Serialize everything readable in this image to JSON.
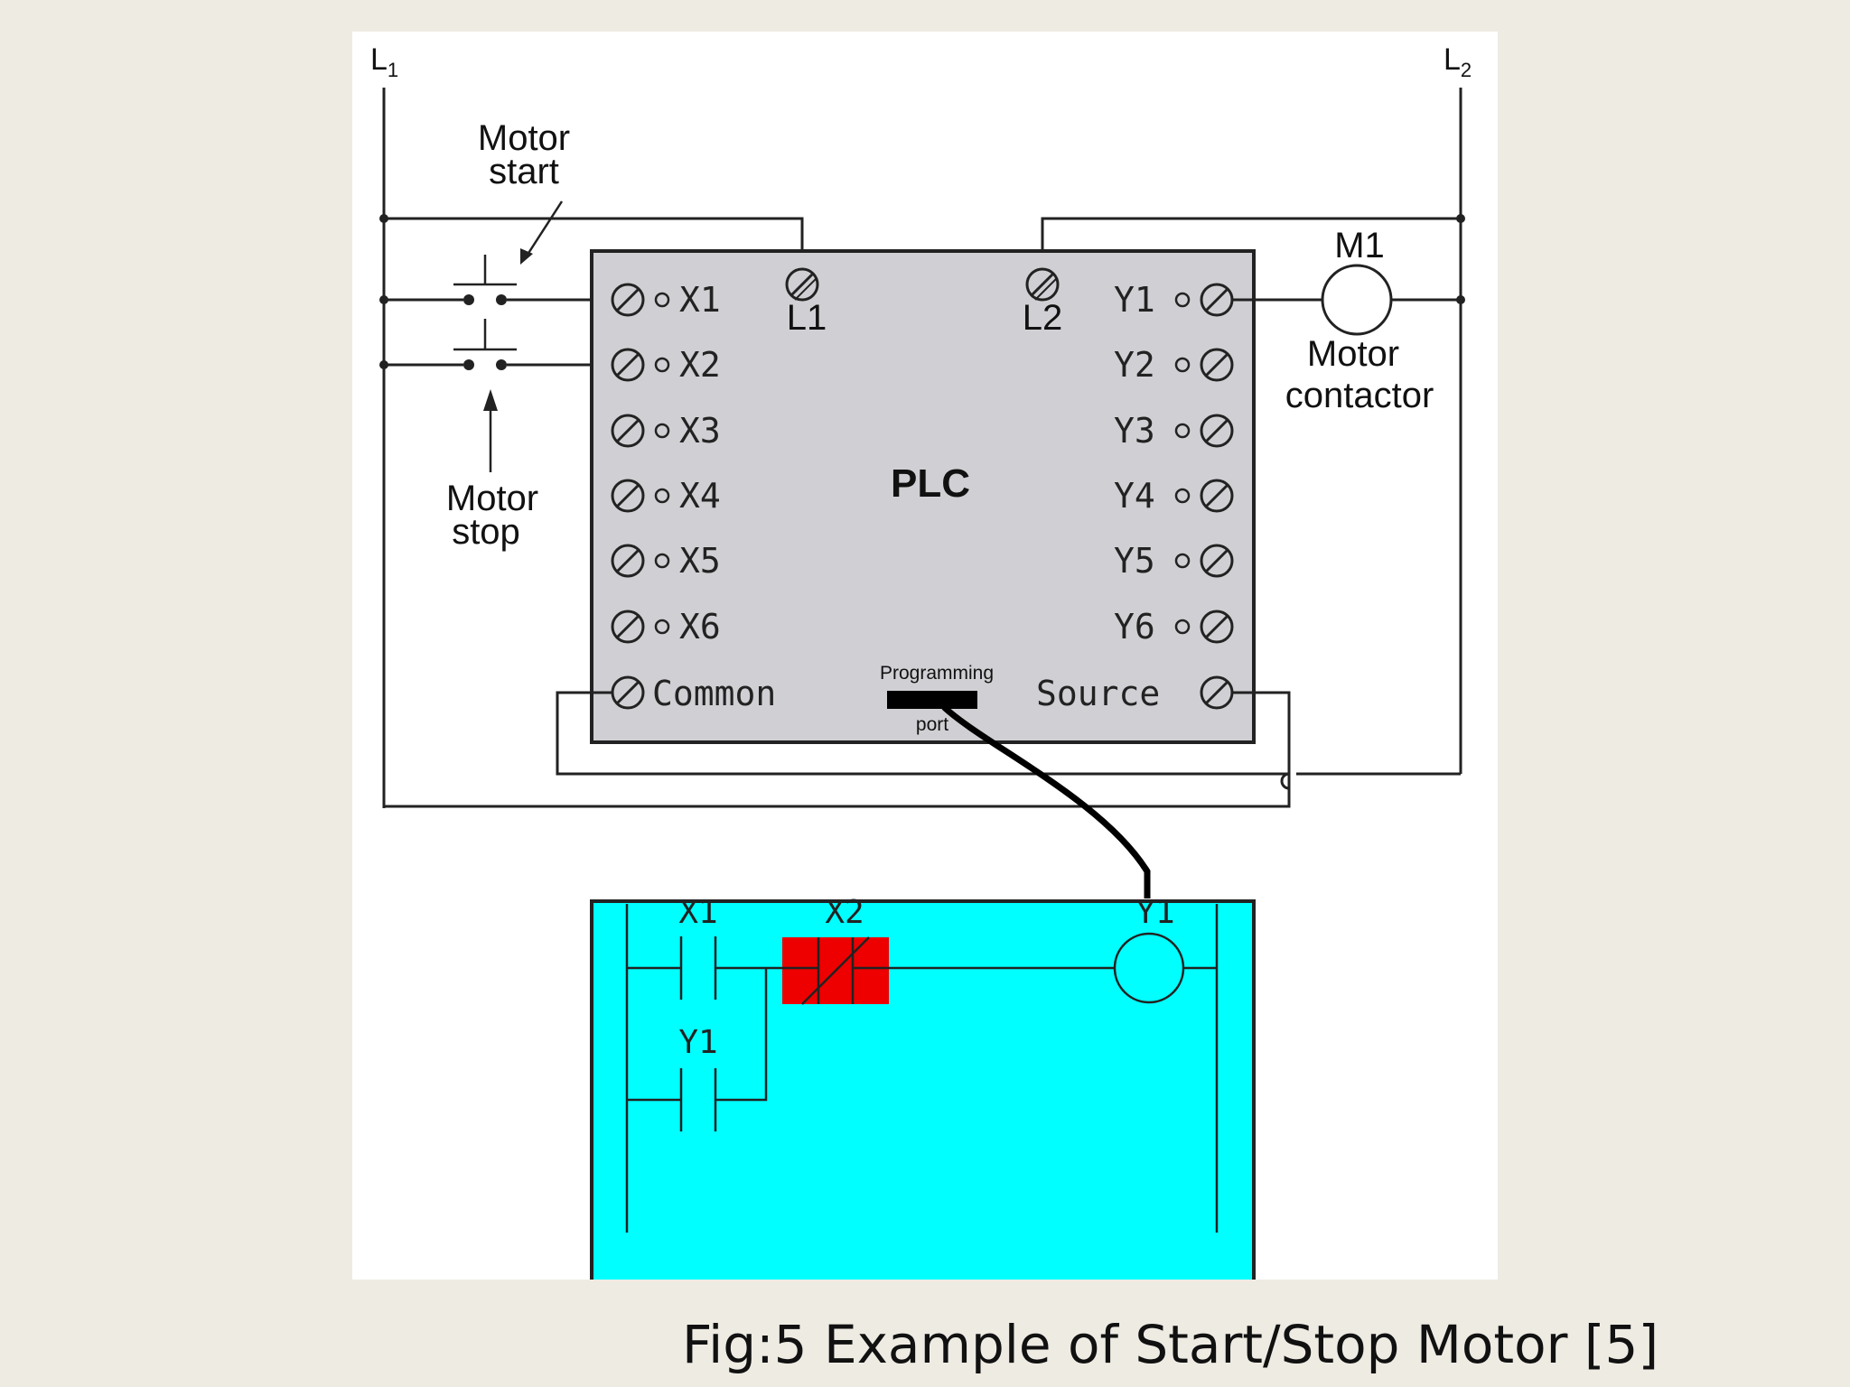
{
  "rails": {
    "left": "L1",
    "left_sub": "1",
    "right": "L2",
    "right_sub": "2"
  },
  "callouts": {
    "motor_start_line1": "Motor",
    "motor_start_line2": "start",
    "motor_stop_line1": "Motor",
    "motor_stop_line2": "stop",
    "m1": "M1",
    "contactor_line1": "Motor",
    "contactor_line2": "contactor"
  },
  "plc": {
    "title": "PLC",
    "power_left": "L1",
    "power_right": "L2",
    "inputs": [
      "X1",
      "X2",
      "X3",
      "X4",
      "X5",
      "X6"
    ],
    "outputs": [
      "Y1",
      "Y2",
      "Y3",
      "Y4",
      "Y5",
      "Y6"
    ],
    "common": "Common",
    "source": "Source",
    "port_top": "Programming",
    "port_bottom": "port",
    "colors": {
      "body": "#d0cfd3",
      "screen": "#00ffff",
      "highlight": "#ee0000"
    }
  },
  "ladder": {
    "contact_x1": "X1",
    "contact_x2": "X2",
    "contact_y1": "Y1",
    "coil_y1": "Y1"
  },
  "caption": "Fig:5 Example of Start/Stop Motor [5]"
}
